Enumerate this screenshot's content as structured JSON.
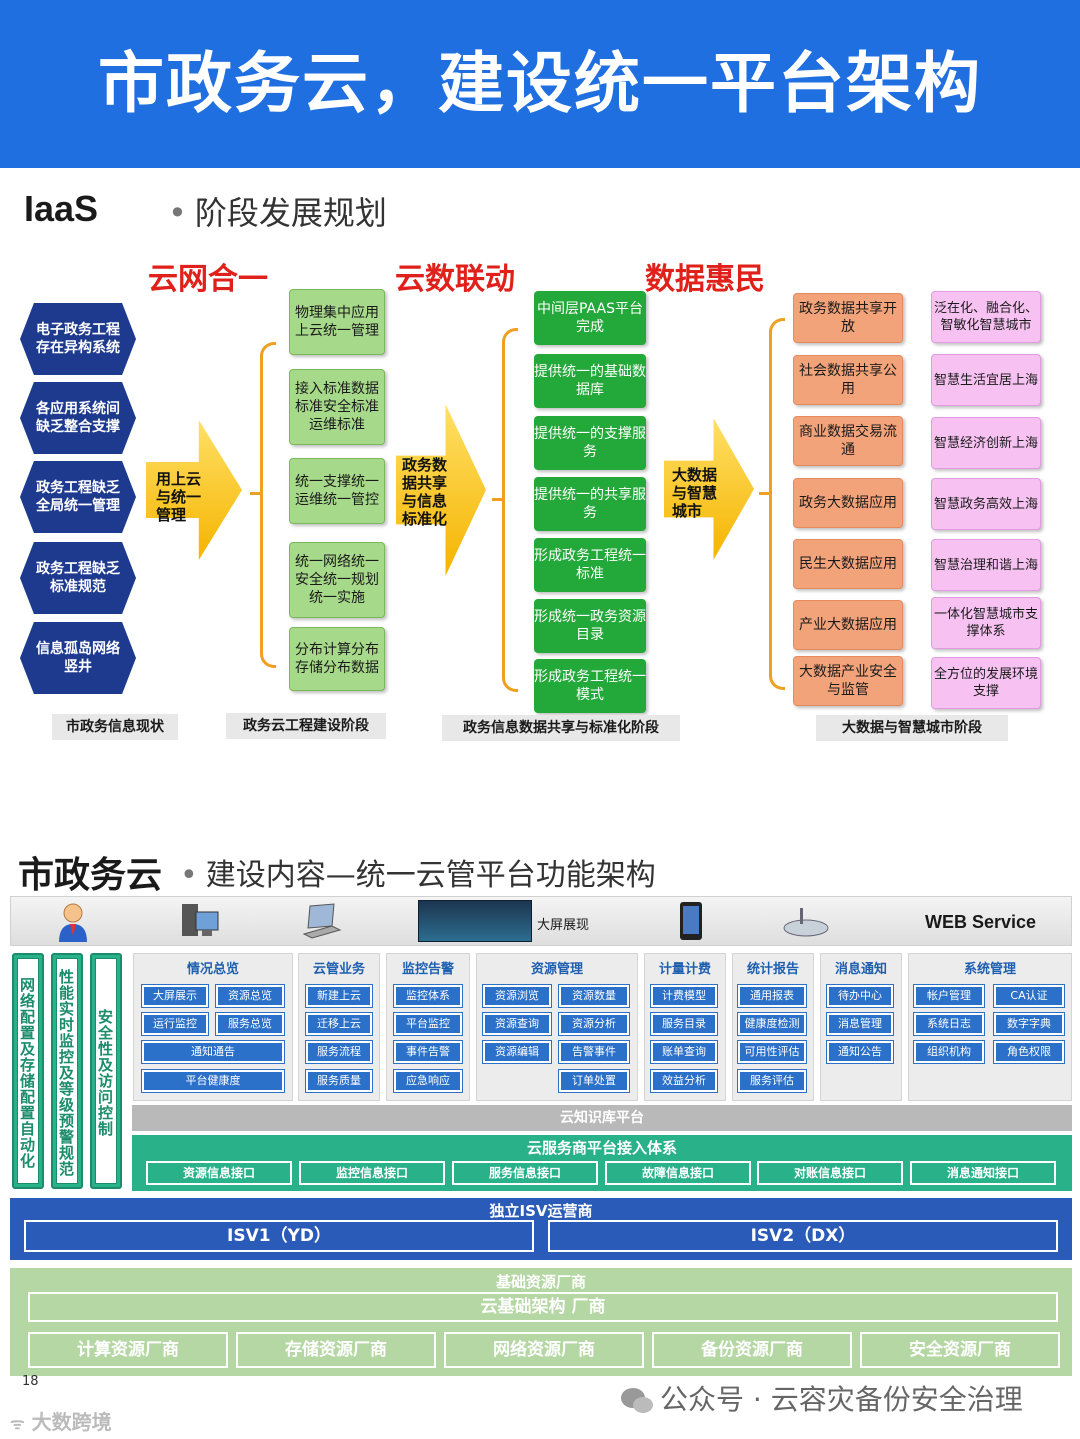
{
  "banner": {
    "title": "市政务云，建设统一平台架构"
  },
  "section1": {
    "label": "IaaS",
    "subtitle": "阶段发展规划",
    "phases": [
      "云网合一",
      "云数联动",
      "数据惠民"
    ],
    "status_hexes": [
      "电子政务工程存在异构系统",
      "各应用系统间缺乏整合支撑",
      "政务工程缺乏全局统一管理",
      "政务工程缺乏标准规范",
      "信息孤岛网络竖井"
    ],
    "arrows": [
      "用上云与统一管理",
      "政务数据共享与信息标准化",
      "大数据与智慧城市"
    ],
    "stage1_boxes": [
      "物理集中应用上云统一管理",
      "接入标准数据标准安全标准运维标准",
      "统一支撑统一运维统一管控",
      "统一网络统一安全统一规划统一实施",
      "分布计算分布存储分布数据"
    ],
    "stage2_boxes": [
      "中间层PAAS平台完成",
      "提供统一的基础数据库",
      "提供统一的支撑服务",
      "提供统一的共享服务",
      "形成政务工程统一标准",
      "形成统一政务资源目录",
      "形成政务工程统一模式"
    ],
    "stage3_boxes": [
      "政务数据共享开放",
      "社会数据共享公用",
      "商业数据交易流通",
      "政务大数据应用",
      "民生大数据应用",
      "产业大数据应用",
      "大数据产业安全与监管"
    ],
    "stage4_boxes": [
      "泛在化、融合化、智敏化智慧城市",
      "智慧生活宜居上海",
      "智慧经济创新上海",
      "智慧政务高效上海",
      "智慧治理和谐上海",
      "一体化智慧城市支撑体系",
      "全方位的发展环境支撑"
    ],
    "stage_labels": [
      "市政务信息现状",
      "政务云工程建设阶段",
      "政务信息数据共享与标准化阶段",
      "大数据与智慧城市阶段"
    ]
  },
  "section2": {
    "label": "市政务云",
    "subtitle": "建设内容—统一云管平台功能架构",
    "top_strip": {
      "big_screen": "大屏展现",
      "web_service": "WEB Service"
    },
    "vertical_bars": [
      "网络配置及存储配置自动化",
      "性能实时监控及等级预警规范",
      "安全性及访问控制"
    ],
    "columns": [
      {
        "head": "情况总览",
        "items": [
          "大屏展示",
          "资源总览",
          "运行监控",
          "服务总览",
          "通知通告",
          "平台健康度"
        ]
      },
      {
        "head": "云管业务",
        "items": [
          "新建上云",
          "迁移上云",
          "服务流程",
          "服务质量"
        ]
      },
      {
        "head": "监控告警",
        "items": [
          "监控体系",
          "平台监控",
          "事件告警",
          "应急响应"
        ]
      },
      {
        "head": "资源管理",
        "items": [
          "资源浏览",
          "资源数量",
          "资源查询",
          "资源分析",
          "资源编辑",
          "告警事件",
          "订单处置"
        ]
      },
      {
        "head": "计量计费",
        "items": [
          "计费模型",
          "服务目录",
          "账单查询",
          "效益分析"
        ]
      },
      {
        "head": "统计报告",
        "items": [
          "通用报表",
          "健康度检测",
          "可用性评估",
          "服务评估"
        ]
      },
      {
        "head": "消息通知",
        "items": [
          "待办中心",
          "消息管理",
          "通知公告"
        ]
      },
      {
        "head": "系统管理",
        "items": [
          "帐户管理",
          "CA认证",
          "系统日志",
          "数字字典",
          "组织机构",
          "角色权限"
        ]
      }
    ],
    "knowledge": "云知识库平台",
    "service_title": "云服务商平台接入体系",
    "service_items": [
      "资源信息接口",
      "监控信息接口",
      "服务信息接口",
      "故障信息接口",
      "对账信息接口",
      "消息通知接口"
    ],
    "isv_title": "独立ISV运营商",
    "isv_items": [
      "ISV1（YD）",
      "ISV2（DX）"
    ],
    "base_title": "基础资源厂商",
    "base_wide": "云基础架构 厂商",
    "base_items": [
      "计算资源厂商",
      "存储资源厂商",
      "网络资源厂商",
      "备份资源厂商",
      "安全资源厂商"
    ]
  },
  "footer": {
    "page": "18",
    "wechat": "公众号 · 云容灾备份安全治理",
    "logo": "大数跨境"
  }
}
